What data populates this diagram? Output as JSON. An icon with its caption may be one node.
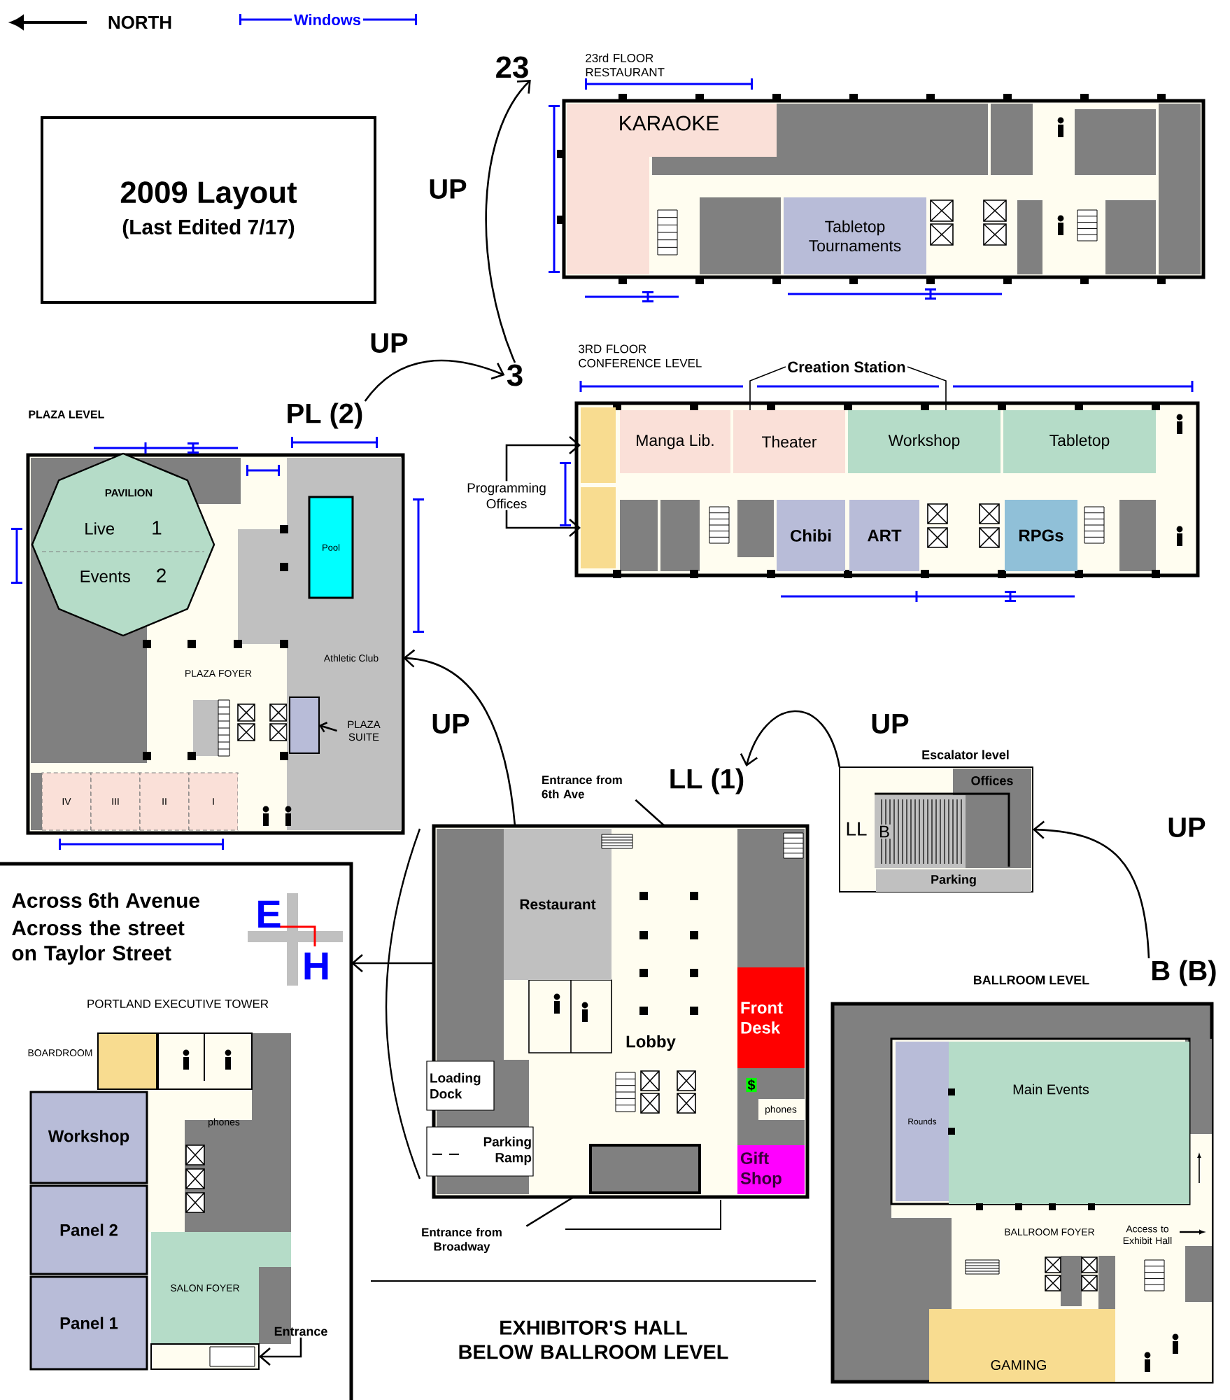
{
  "diagram": {
    "nodes": [
      {
        "text": [
          "2009 Layout",
          "(Last Edited 7/17)"
        ]
      },
      {
        "text": [
          "23"
        ]
      },
      {
        "text": [
          "23rd FLOOR RESTAURANT"
        ]
      },
      {
        "text": [
          "KARAOKE"
        ],
        "in": 2
      },
      {
        "text": [
          "Tabletop Tournaments"
        ],
        "in": 2
      },
      {
        "text": [
          "3"
        ]
      },
      {
        "text": [
          "3RD FLOOR CONFERENCE LEVEL"
        ]
      },
      {
        "text": [],
        "shape": "box",
        "in": 6
      },
      {
        "text": [],
        "shape": "box",
        "in": 6
      },
      {
        "text": [
          "Manga Lib."
        ],
        "in": 6
      },
      {
        "text": [
          "Theater"
        ],
        "in": 6
      },
      {
        "text": [
          "Workshop"
        ],
        "in": 6
      },
      {
        "text": [
          "Tabletop"
        ],
        "in": 6
      },
      {
        "text": [
          "Chibi"
        ],
        "in": 6
      },
      {
        "text": [
          "ART"
        ],
        "in": 6
      },
      {
        "text": [
          "RPGs"
        ],
        "in": 6
      },
      {
        "text": [
          "Creation Station"
        ]
      },
      {
        "text": [
          "Programming Offices"
        ]
      },
      {
        "text": [
          "PL (2)"
        ]
      },
      {
        "text": [
          "PLAZA LEVEL"
        ]
      },
      {
        "text": [
          "PAVILION"
        ],
        "in": 19
      },
      {
        "text": [
          "Live",
          "1"
        ],
        "in": 20
      },
      {
        "text": [
          "Events",
          "2"
        ],
        "in": 20
      },
      {
        "text": [
          "Athletic Club"
        ],
        "in": 19
      },
      {
        "text": [
          "Pool"
        ],
        "in": 23
      },
      {
        "text": [],
        "shape": "box",
        "in": 23
      },
      {
        "text": [
          "PLAZA SUITE"
        ],
        "in": 23
      },
      {
        "text": [
          "IV"
        ],
        "in": 19
      },
      {
        "text": [
          "III"
        ],
        "in": 19
      },
      {
        "text": [
          "II"
        ],
        "in": 19
      },
      {
        "text": [
          "I"
        ],
        "in": 19
      },
      {
        "text": [
          "LL (1)"
        ]
      },
      {
        "text": [
          "Escalator level"
        ]
      },
      {
        "text": [
          "Offices"
        ],
        "in": 32
      },
      {
        "text": [
          "Parking"
        ],
        "in": 32
      },
      {
        "text": [
          "B (B)"
        ]
      },
      {
        "text": [
          "Entrance from 6th Ave"
        ]
      },
      {
        "text": [],
        "shape": "box"
      },
      {
        "text": [
          "Restaurant"
        ],
        "in": 37
      },
      {
        "text": [
          "Front Desk"
        ],
        "beside": [
          "$"
        ],
        "in": 37
      },
      {
        "text": [
          "Loading Dock"
        ]
      },
      {
        "text": [
          "Parking Ramp"
        ]
      },
      {
        "text": [
          "Gift Shop"
        ],
        "in": 37
      },
      {
        "text": [
          "Entrance from Broadway"
        ]
      },
      {
        "text": [
          "BALLROOM LEVEL"
        ]
      },
      {
        "text": [
          "Rounds"
        ],
        "in": 44
      },
      {
        "text": [
          "Main Events"
        ],
        "in": 44
      },
      {
        "text": [
          "GAMING"
        ],
        "in": 44
      },
      {
        "text": [
          "Across 6th Avenue",
          "Across the street on Taylor Street",
          "PORTLAND EXECUTIVE TOWER"
        ]
      },
      {
        "text": [],
        "shape": "box",
        "beside": [
          "BOARDROOM"
        ],
        "in": 48
      },
      {
        "text": [
          "Workshop"
        ],
        "in": 48
      },
      {
        "text": [
          "Panel 2"
        ],
        "in": 48
      },
      {
        "text": [
          "Panel 1"
        ],
        "in": 48
      },
      {
        "text": [
          "SALON FOYER"
        ],
        "in": 48
      },
      {
        "text": [
          "Entrance"
        ],
        "in": 48
      },
      {
        "text": [],
        "shape": "box",
        "in": 48
      }
    ],
    "edges": [
      {
        "from": 35,
        "to": 32,
        "arrow": "to",
        "label": "UP"
      },
      {
        "from": 32,
        "to": 31,
        "arrow": "to",
        "label": "UP"
      },
      {
        "from": 37,
        "to": 19,
        "arrow": "to",
        "label": "UP"
      },
      {
        "from": 18,
        "to": 5,
        "arrow": "to",
        "label": "UP"
      },
      {
        "from": 5,
        "to": 1,
        "arrow": "to",
        "label": "UP"
      },
      {
        "from": 37,
        "to": 48,
        "arrow": "to"
      },
      {
        "from": 17,
        "to": 7,
        "arrow": "to"
      },
      {
        "from": 17,
        "to": 8,
        "arrow": "to"
      },
      {
        "from": 16,
        "to": 10,
        "arrow": "none"
      },
      {
        "from": 16,
        "to": 11,
        "arrow": "none"
      },
      {
        "from": 26,
        "to": 25,
        "arrow": "to"
      },
      {
        "from": 36,
        "to": 37,
        "arrow": "none"
      },
      {
        "from": 43,
        "to": 37,
        "arrow": "none"
      },
      {
        "from": 54,
        "to": 55,
        "arrow": "to"
      }
    ],
    "labels": [
      "NORTH",
      "PLAZA FOYER",
      "LL",
      "B",
      "Lobby",
      "phones",
      "BALLROOM FOYER",
      "Access to Exhibit Hall",
      "E",
      "H",
      "phones",
      "EXHIBITOR'S HALL BELOW BALLROOM LEVEL"
    ],
    "legend": [
      {
        "text": "Windows"
      }
    ]
  }
}
